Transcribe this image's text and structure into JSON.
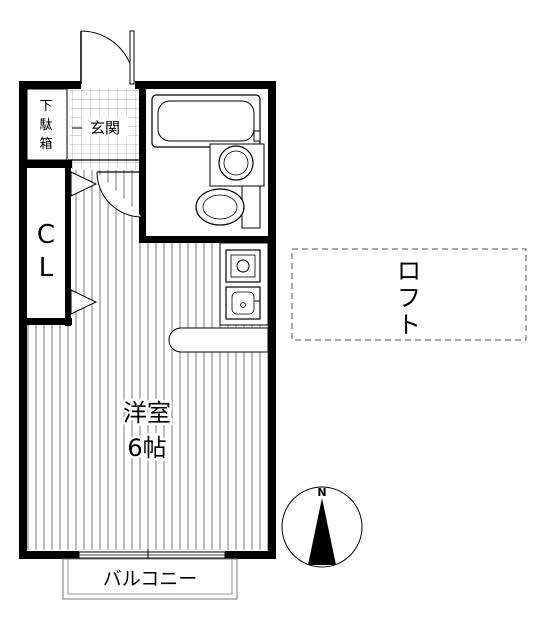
{
  "floorplan": {
    "rooms": {
      "shoe_cabinet": [
        "下",
        "駄",
        "箱"
      ],
      "entrance": "玄関",
      "closet": [
        "C",
        "L"
      ],
      "western_room": "洋室",
      "western_room_size": "6帖",
      "balcony": "バルコニー",
      "loft": [
        "ロ",
        "フ",
        "ト"
      ]
    },
    "compass": {
      "north_label": "N"
    }
  }
}
